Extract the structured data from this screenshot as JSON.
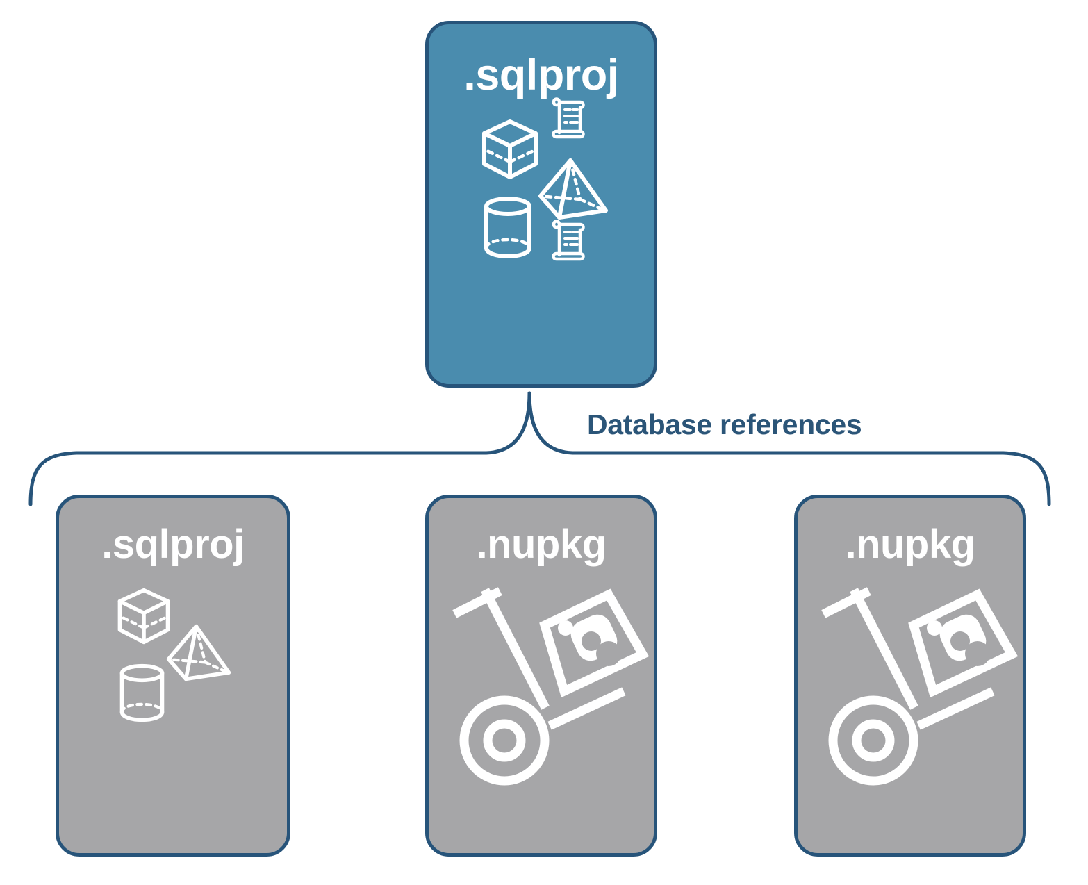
{
  "diagram": {
    "title": "Database references",
    "colors": {
      "primary_fill": "#4a8cae",
      "secondary_fill": "#a6a6a8",
      "border": "#27547a",
      "label_text": "#2b5578",
      "icon_stroke": "#ffffff",
      "background": "#ffffff"
    },
    "connector": {
      "name": "curly-brace",
      "label": "Database references",
      "orientation": "downward",
      "branches": 3
    },
    "top_node": {
      "label": ".sqlproj",
      "fill": "primary",
      "icons": [
        "cube-icon",
        "scroll-icon",
        "pyramid-icon",
        "cylinder-icon",
        "scroll-icon"
      ]
    },
    "bottom_nodes": [
      {
        "label": ".sqlproj",
        "fill": "secondary",
        "icons": [
          "cube-icon",
          "pyramid-icon",
          "cylinder-icon"
        ]
      },
      {
        "label": ".nupkg",
        "fill": "secondary",
        "icons": [
          "hand-truck-package-icon"
        ]
      },
      {
        "label": ".nupkg",
        "fill": "secondary",
        "icons": [
          "hand-truck-package-icon"
        ]
      }
    ]
  }
}
